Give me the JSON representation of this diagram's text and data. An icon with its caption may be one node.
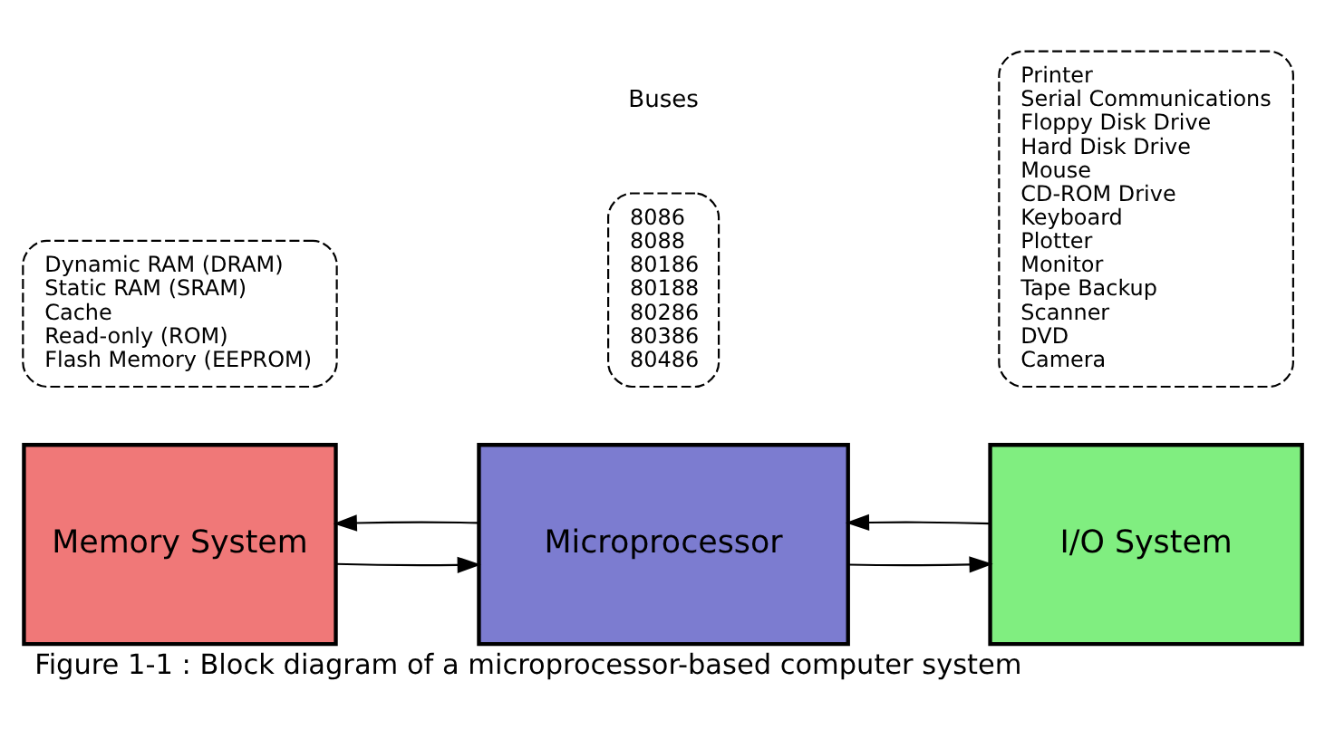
{
  "diagram": {
    "caption": "Figure 1-1 : Block diagram of a microprocessor-based computer system",
    "nodes": [
      {
        "text": [
          "Memory System"
        ]
      },
      {
        "text": [
          "Microprocessor"
        ]
      },
      {
        "text": [
          "I/O System"
        ]
      },
      {
        "text": [
          "Dynamic RAM (DRAM)",
          "Static RAM (SRAM)",
          "Cache",
          "Read-only (ROM)",
          "Flash Memory (EEPROM)"
        ]
      },
      {
        "text": [
          "8086",
          "8088",
          "80186",
          "80188",
          "80286",
          "80386",
          "80486"
        ]
      },
      {
        "text": [
          "Printer",
          "Serial Communications",
          "Floppy Disk Drive",
          "Hard Disk Drive",
          "Mouse",
          "CD-ROM Drive",
          "Keyboard",
          "Plotter",
          "Monitor",
          "Tape Backup",
          "Scanner",
          "DVD",
          "Camera"
        ]
      }
    ],
    "edges": [
      {
        "from": 0,
        "to": 1,
        "arrow": "to"
      },
      {
        "from": 1,
        "to": 0,
        "arrow": "to"
      },
      {
        "from": 1,
        "to": 2,
        "arrow": "to"
      },
      {
        "from": 2,
        "to": 1,
        "arrow": "to"
      }
    ],
    "labels": [
      "Buses"
    ]
  }
}
